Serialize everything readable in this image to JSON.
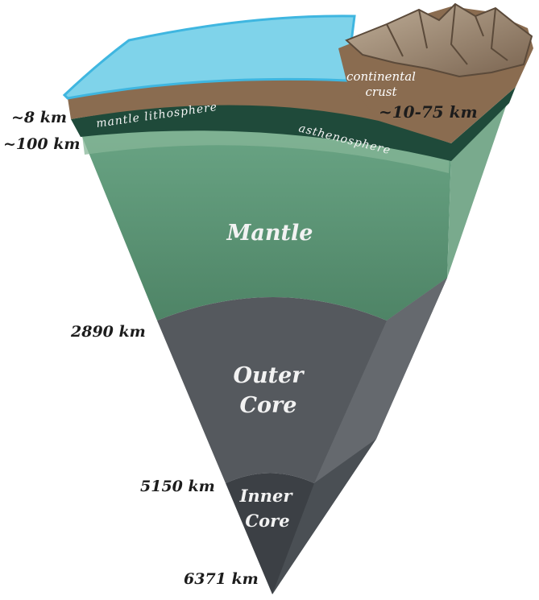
{
  "layers": {
    "mantle": "Mantle",
    "outer_core_1": "Outer",
    "outer_core_2": "Core",
    "inner_core_1": "Inner",
    "inner_core_2": "Core",
    "mantle_lithosphere": "mantle  lithosphere",
    "asthenosphere": "asthenosphere",
    "continental_crust_1": "continental",
    "continental_crust_2": "crust"
  },
  "depths": {
    "oceanic_crust": "~8 km",
    "lithosphere": "~100 km",
    "continental_crust": "~10-75 km",
    "mantle_base": "2890 km",
    "outer_core_base": "5150 km",
    "center": "6371 km"
  },
  "colors": {
    "ocean": "#7fd3ea",
    "ocean_edge": "#3fb6e0",
    "crust": "#8a6c50",
    "lithosphere": "#1f4a3a",
    "mantle": "#5f9777",
    "outer_core": "#55595e",
    "inner_core": "#3c4045",
    "mountains": "#a08c74"
  }
}
